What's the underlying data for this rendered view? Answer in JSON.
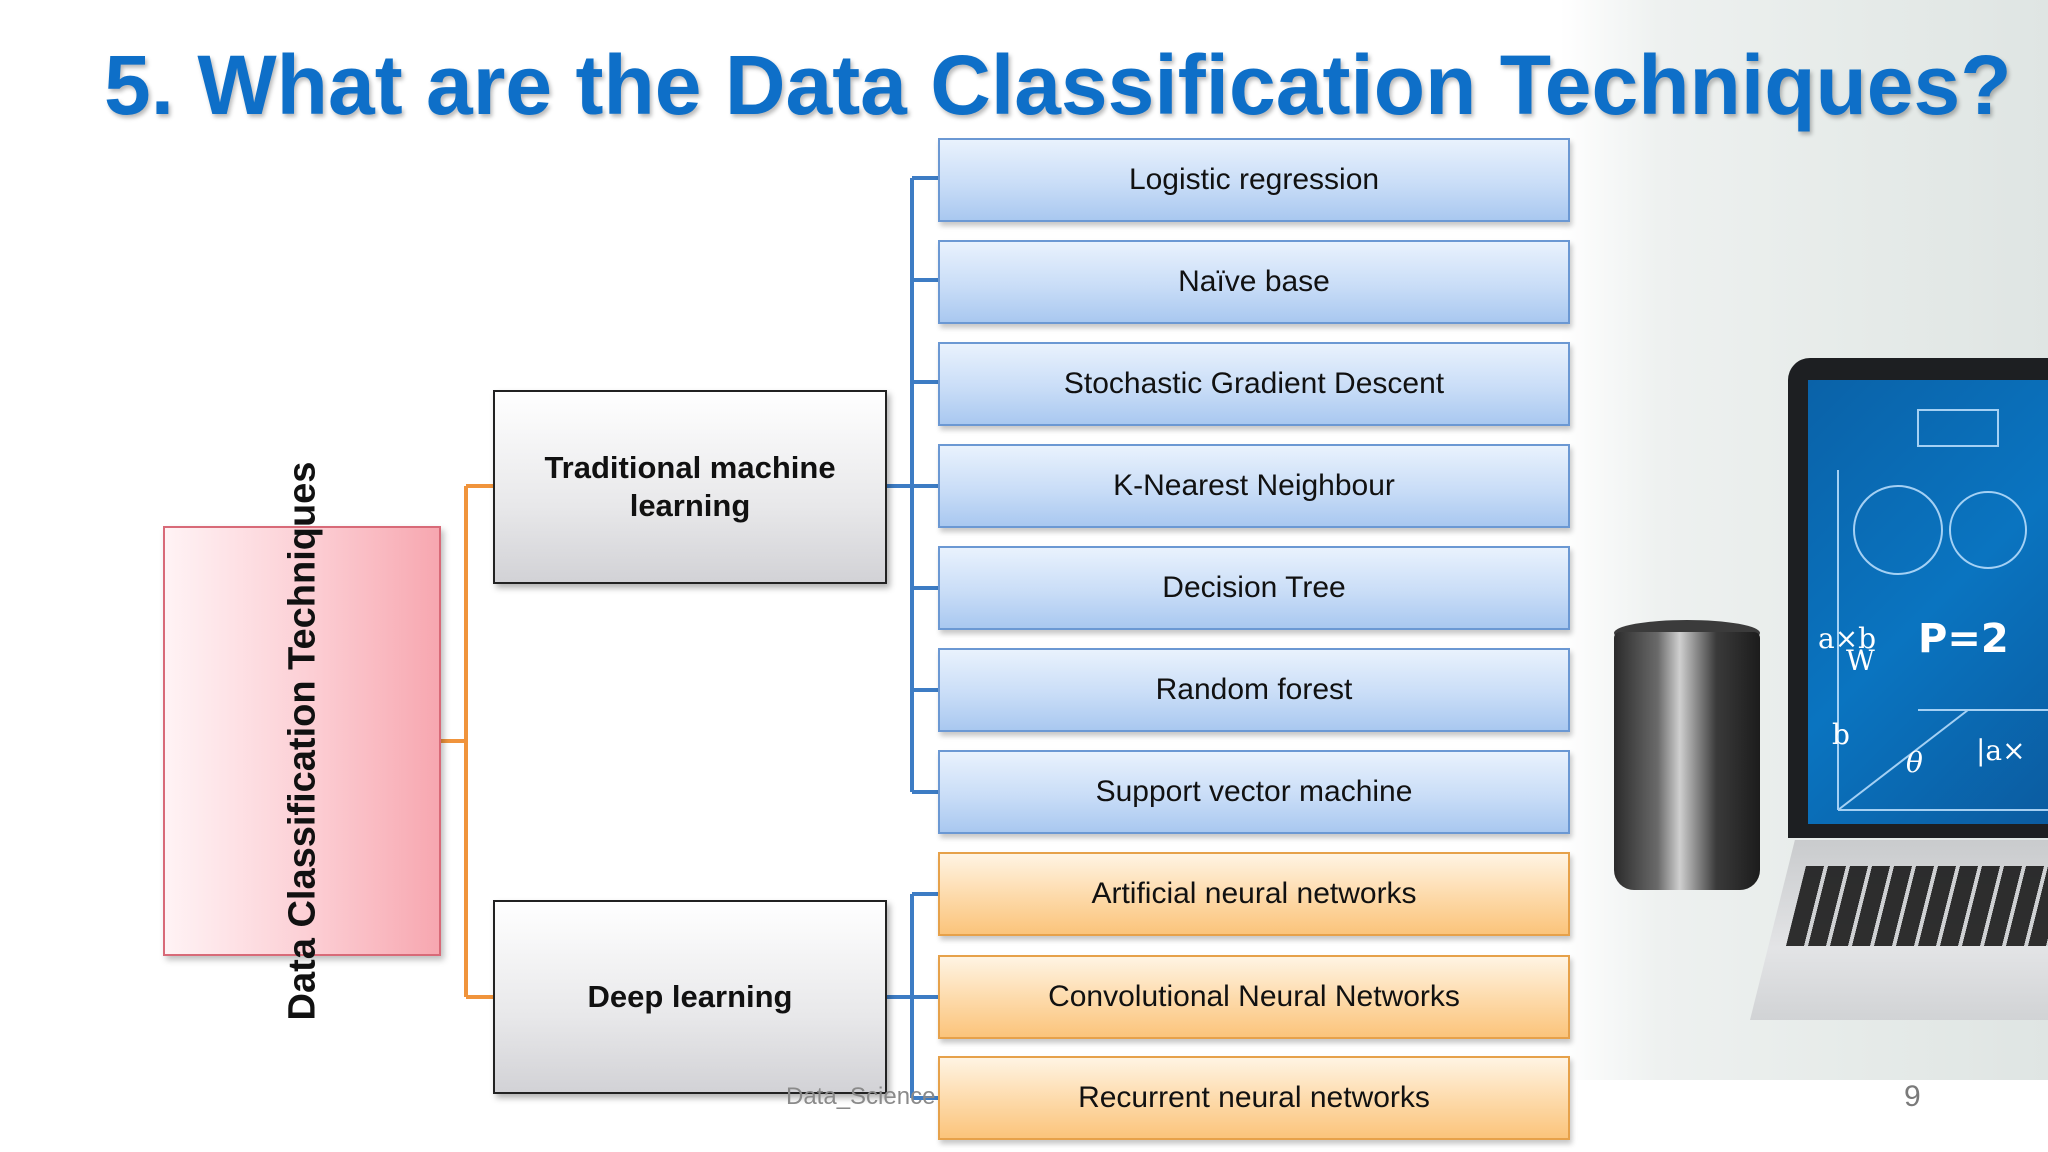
{
  "title": "5. What are the Data Classification Techniques?",
  "root": {
    "label": "Data Classification Techniques"
  },
  "groups": [
    {
      "label": "Traditional machine learning",
      "items": [
        "Logistic regression",
        "Naïve base",
        "Stochastic Gradient Descent",
        "K-Nearest Neighbour",
        "Decision Tree",
        "Random forest",
        "Support vector machine"
      ]
    },
    {
      "label": "Deep learning",
      "items": [
        "Artificial neural networks",
        "Convolutional Neural Networks",
        "Recurrent neural networks"
      ]
    }
  ],
  "footer": {
    "text": "Data_Science",
    "page": "9"
  },
  "colors": {
    "title": "#0e6fc8",
    "connector_root": "#f0943c",
    "connector_groups": "#3d7cc4",
    "leaf_blue": "#c9ddf7",
    "leaf_orange": "#fdd9a8",
    "root_fill": "#fccdd3"
  },
  "screen_text": {
    "formula": "P=2",
    "vars": "a×b",
    "w": "W",
    "b": "b",
    "theta": "θ",
    "abs": "|a×"
  }
}
